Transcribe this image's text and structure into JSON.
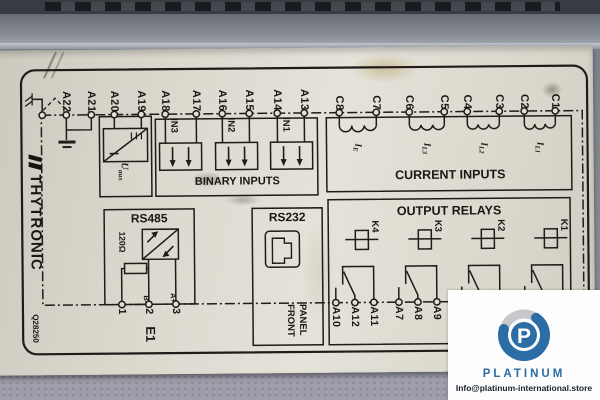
{
  "brand": {
    "name": "THYTRONIC",
    "code": "Q28250"
  },
  "terminals": {
    "top": [
      "A22",
      "A21",
      "A20",
      "A19",
      "A18",
      "A17",
      "A16",
      "A15",
      "A14",
      "A13"
    ],
    "current": [
      "C8",
      "C7",
      "C6",
      "C5",
      "C4",
      "C3",
      "C2",
      "C1"
    ],
    "bottom": [
      "A10",
      "A12",
      "A11",
      "A7",
      "A8",
      "A9"
    ]
  },
  "sections": {
    "aux": {
      "main": "U",
      "sub": "aux"
    },
    "binary": {
      "title": "BINARY INPUTS",
      "inputs": [
        "IN3",
        "IN2",
        "IN1"
      ]
    },
    "current": {
      "title": "CURRENT INPUTS",
      "coils": [
        {
          "main": "I",
          "sub": "E"
        },
        {
          "main": "I",
          "sub": "L3"
        },
        {
          "main": "I",
          "sub": "L2"
        },
        {
          "main": "I",
          "sub": "L1"
        }
      ]
    },
    "rs485": {
      "title": "RS485",
      "resistor": "120Ω",
      "pin_b": "B-",
      "pin_a": "A+",
      "pins": [
        "1",
        "2",
        "3"
      ],
      "port": "E1"
    },
    "front_panel": {
      "title": "RS232",
      "line1": "FRONT",
      "line2": "PANEL"
    },
    "relays": {
      "title": "OUTPUT RELAYS",
      "names": [
        "K4",
        "K3",
        "K2",
        "K1"
      ]
    }
  },
  "watermark": {
    "brand": "PLATINUM",
    "email": "Info@platinum-international.store",
    "logo_letter": "P",
    "accent": "#2b6da4"
  }
}
